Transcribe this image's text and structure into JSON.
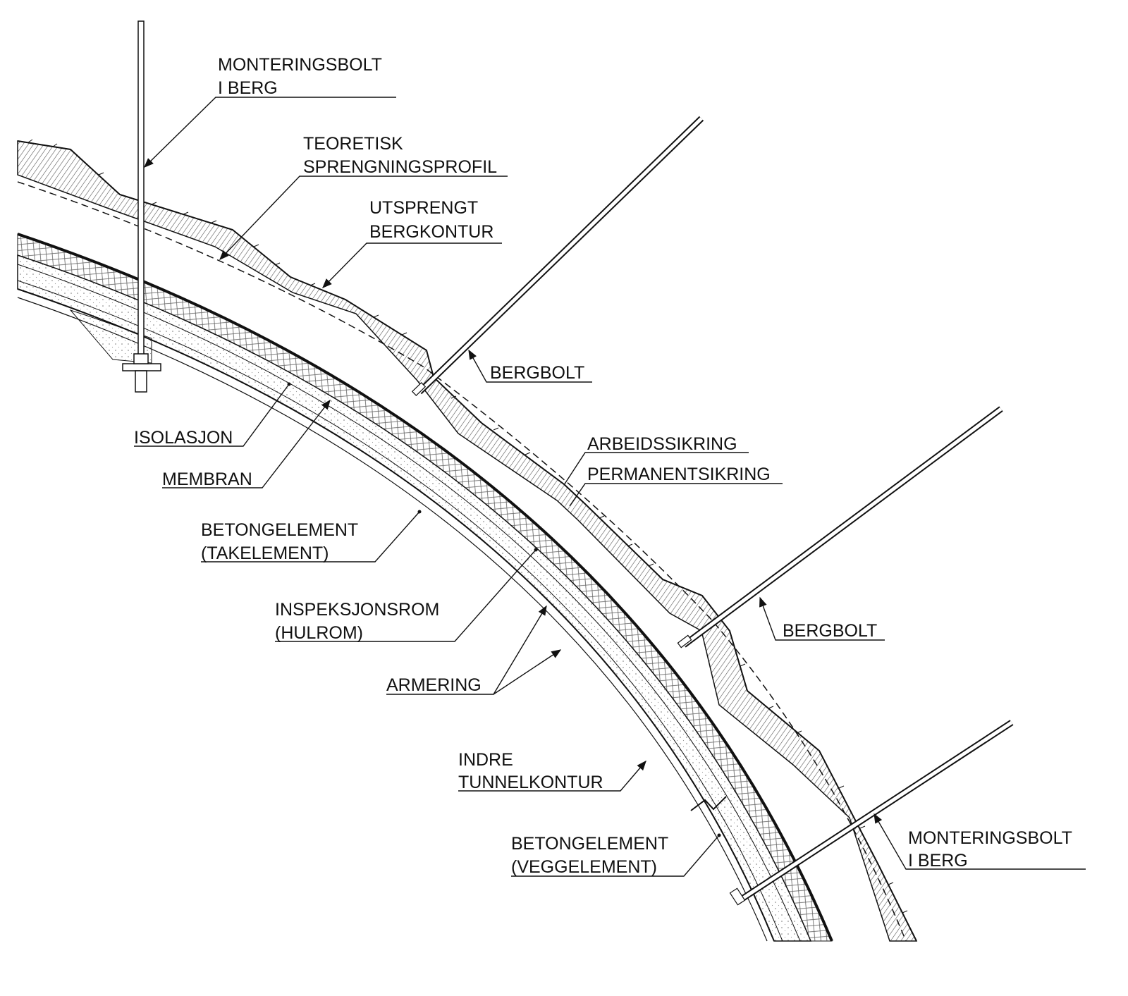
{
  "labels": {
    "monteringsbolt_top_1": "MONTERINGSBOLT",
    "monteringsbolt_top_2": "I BERG",
    "teoretisk_1": "TEORETISK",
    "teoretisk_2": "SPRENGNINGSPROFIL",
    "utsprengt_1": "UTSPRENGT",
    "utsprengt_2": "BERGKONTUR",
    "bergbolt_1": "BERGBOLT",
    "isolasjon": "ISOLASJON",
    "membran": "MEMBRAN",
    "arbeidssikring": "ARBEIDSSIKRING",
    "permanentsikring": "PERMANENTSIKRING",
    "betong_tak_1": "BETONGELEMENT",
    "betong_tak_2": "(TAKELEMENT)",
    "inspeksjon_1": "INSPEKSJONSROM",
    "inspeksjon_2": "(HULROM)",
    "bergbolt_2": "BERGBOLT",
    "armering": "ARMERING",
    "indre_1": "INDRE",
    "indre_2": "TUNNELKONTUR",
    "betong_vegg_1": "BETONGELEMENT",
    "betong_vegg_2": "(VEGGELEMENT)",
    "monteringsbolt_bot_1": "MONTERINGSBOLT",
    "monteringsbolt_bot_2": "I BERG"
  },
  "colors": {
    "line": "#111111",
    "background": "#ffffff",
    "hatch": "#555555"
  }
}
